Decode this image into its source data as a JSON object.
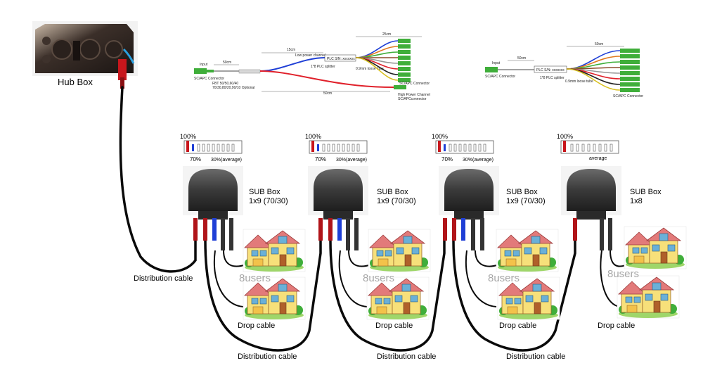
{
  "hub": {
    "label": "Hub Box"
  },
  "splitter_1x9": {
    "input_label": "Input",
    "connector_label": "SC/APC Connector",
    "ratio_note_1": "FBT 50/50,60/40",
    "ratio_note_2": "70/30,80/20,90/10 Optional",
    "len_input": "50cm",
    "len_low": "15cm",
    "len_out": "25cm",
    "len_high": "50cm",
    "low_channel": "Low power channel",
    "plc_sn": "PLC S/N: xxxxxxx",
    "plc_type": "1*8 PLC splitter",
    "tube": "0.9mm loose tube",
    "out_connector": "SC/APC Connector",
    "high_channel_1": "High Power Channel",
    "high_channel_2": "SC/APCconnector"
  },
  "splitter_1x8": {
    "input_label": "Input",
    "connector_label": "SC/APC Connector",
    "len_input": "50cm",
    "len_out": "50cm",
    "plc_sn": "PLC S/N: xxxxxxx",
    "plc_type": "1*8 PLC splitter",
    "tube": "0.9mm loose tube",
    "out_connector": "SC/APC Connector"
  },
  "sub_boxes": [
    {
      "pct_top": "100%",
      "pct_70": "70%",
      "pct_30": "30%(average)",
      "title": "SUB Box",
      "ratio": "1x9 (70/30)",
      "users": "8users"
    },
    {
      "pct_top": "100%",
      "pct_70": "70%",
      "pct_30": "30%(average)",
      "title": "SUB Box",
      "ratio": "1x9 (70/30)",
      "users": "8users"
    },
    {
      "pct_top": "100%",
      "pct_70": "70%",
      "pct_30": "30%(average)",
      "title": "SUB Box",
      "ratio": "1x9 (70/30)",
      "users": "8users"
    },
    {
      "pct_top": "100%",
      "pct_70": "",
      "pct_30": "average",
      "title": "SUB Box",
      "ratio": "1x8",
      "users": "8users"
    }
  ],
  "cables": {
    "distribution": "Distribution cable",
    "drop": "Drop cable"
  },
  "colors": {
    "fiber_blue": "#1f3fd6",
    "fiber_red": "#e0202a",
    "connector_green": "#3fae3a",
    "box_body": "#3a3a3a",
    "house_wall": "#f7e07a",
    "house_roof": "#e27a7a"
  }
}
